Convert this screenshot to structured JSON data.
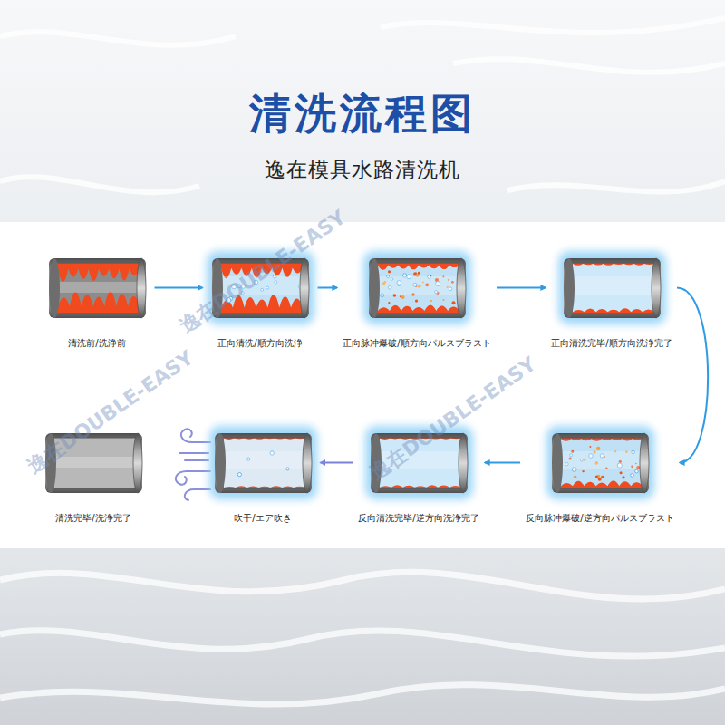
{
  "diagram": {
    "title": "清洗流程图",
    "caption": "逸在模具水路清洗机",
    "nodes": [
      {
        "text": [
          "清洗前/洗浄前"
        ]
      },
      {
        "text": [
          "正向清洗/順方向洗浄"
        ]
      },
      {
        "text": [
          "正向脉冲爆破/順方向パルスブラスト"
        ]
      },
      {
        "text": [
          "正向清洗完毕/順方向洗浄完了"
        ]
      },
      {
        "text": [
          "反向脉冲爆破/逆方向パルスブラスト"
        ]
      },
      {
        "text": [
          "反向清洗完毕/逆方向洗浄完了"
        ]
      },
      {
        "text": [
          "吹干/エア吹き"
        ]
      },
      {
        "text": [
          "清洗完毕/洗浄完了"
        ]
      }
    ],
    "edges": [
      {
        "from": 0,
        "to": 1,
        "arrow": "to"
      },
      {
        "from": 1,
        "to": 2,
        "arrow": "to"
      },
      {
        "from": 2,
        "to": 3,
        "arrow": "to"
      },
      {
        "from": 3,
        "to": 4,
        "arrow": "to"
      },
      {
        "from": 4,
        "to": 5,
        "arrow": "to"
      },
      {
        "from": 5,
        "to": 6,
        "arrow": "to"
      }
    ],
    "labels": [
      "逸在DOUBLE-EASY",
      "逸在DOUBLE-EASY",
      "逸在DOUBLE-EASY"
    ]
  }
}
